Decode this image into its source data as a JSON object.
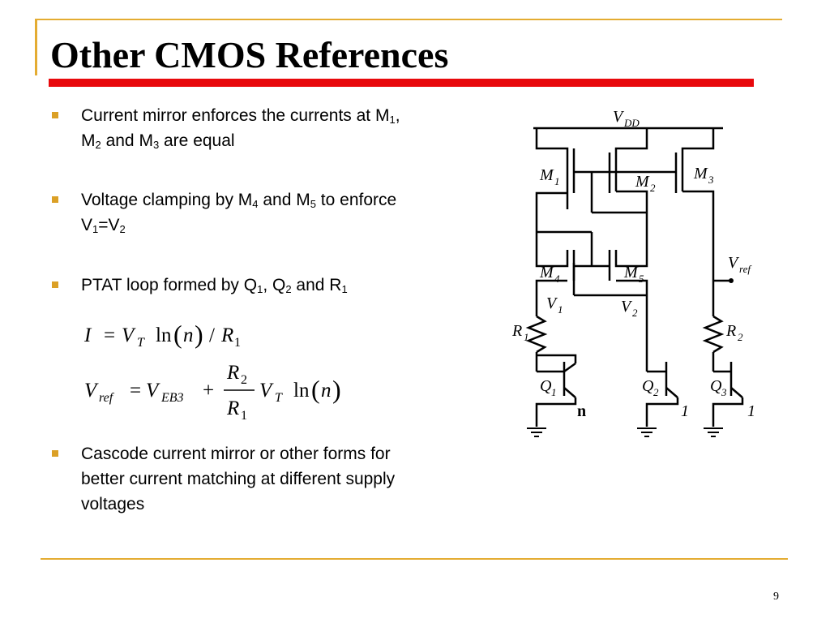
{
  "slide": {
    "title": "Other CMOS References",
    "page_number": "9"
  },
  "bullets": [
    {
      "parts": [
        "Current mirror enforces the currents at M",
        "1",
        ", M",
        "2",
        " and M",
        "3",
        " are equal"
      ]
    },
    {
      "parts": [
        "Voltage clamping by M",
        "4",
        " and M",
        "5",
        " to enforce V",
        "1",
        "=V",
        "2",
        ""
      ]
    },
    {
      "parts": [
        "PTAT loop formed by Q",
        "1",
        ", Q",
        "2",
        " and R",
        "1",
        ""
      ]
    },
    {
      "parts": [
        "Cascode current mirror or other forms for better current matching at different supply voltages"
      ]
    }
  ],
  "formulas": {
    "eq1": {
      "I": "I",
      "eq": "=",
      "V": "V",
      "T": "T",
      "ln": "ln",
      "n": "n",
      "slash": "/",
      "R": "R",
      "one": "1"
    },
    "eq2": {
      "V": "V",
      "ref": "ref",
      "eq": "=",
      "V2": "V",
      "EB3": "EB3",
      "plus": "+",
      "R": "R",
      "two": "2",
      "one": "1",
      "VT": "V",
      "T": "T",
      "ln": "ln",
      "n": "n"
    }
  },
  "circuit": {
    "vdd": "V",
    "vdd_sub": "DD",
    "M1": "M",
    "M1s": "1",
    "M2": "M",
    "M2s": "2",
    "M3": "M",
    "M3s": "3",
    "M4": "M",
    "M4s": "4",
    "M5": "M",
    "M5s": "5",
    "V1": "V",
    "V1s": "1",
    "V2": "V",
    "V2s": "2",
    "R1": "R",
    "R1s": "1",
    "R2": "R",
    "R2s": "2",
    "Q1": "Q",
    "Q1s": "1",
    "Q2": "Q",
    "Q2s": "2",
    "Q3": "Q",
    "Q3s": "3",
    "vref": "V",
    "vref_sub": "ref",
    "area_n": "n",
    "area_1a": "1",
    "area_1b": "1"
  }
}
